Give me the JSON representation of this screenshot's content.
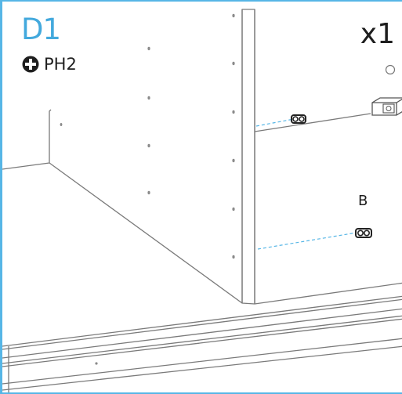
{
  "step": {
    "number": "D1",
    "quantity": "x1",
    "accent_color": "#43a9dd"
  },
  "tool": {
    "icon": "phillips-screwdriver-icon",
    "label": "PH2"
  },
  "parts": {
    "label": "B",
    "fitting_icon": "cam-dowel-icon",
    "hardware_icon": "cam-lock-housing-icon",
    "ring_icon": "washer-ring-icon"
  }
}
